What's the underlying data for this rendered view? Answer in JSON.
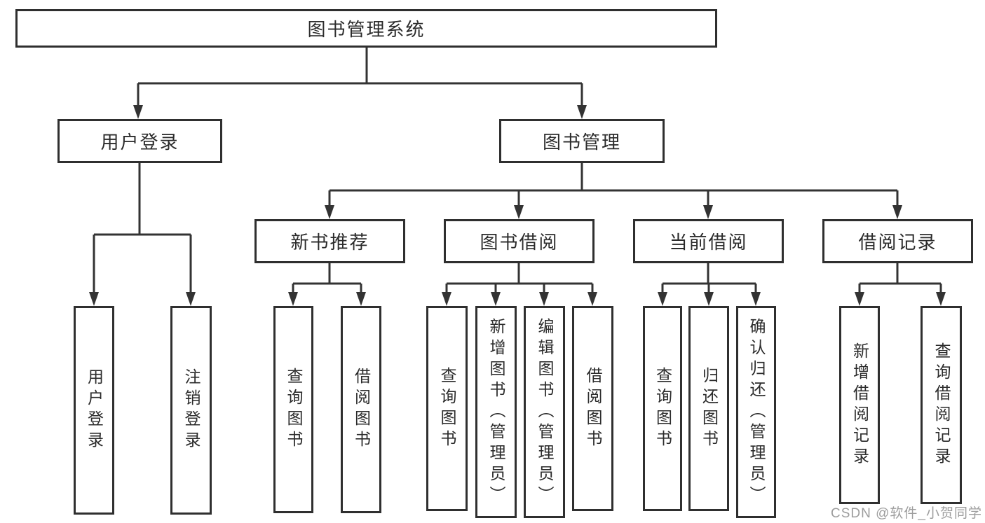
{
  "diagram_title": "图书管理系统",
  "nodes": {
    "root": {
      "label": "图书管理系统"
    },
    "user_login": {
      "label": "用户登录"
    },
    "book_management": {
      "label": "图书管理"
    },
    "new_book_recommend": {
      "label": "新书推荐"
    },
    "book_borrowing": {
      "label": "图书借阅"
    },
    "current_borrowing": {
      "label": "当前借阅"
    },
    "borrowing_records": {
      "label": "借阅记录"
    },
    "user_login_leaf": {
      "label": "用户登录"
    },
    "logout_leaf": {
      "label": "注销登录"
    },
    "recommend_query_books": {
      "label": "查询图书"
    },
    "recommend_borrow_books": {
      "label": "借阅图书"
    },
    "borrowing_query_books": {
      "label": "查询图书"
    },
    "borrowing_add_books_admin": {
      "label": "新增图书（管理员）"
    },
    "borrowing_edit_books_admin": {
      "label": "编辑图书（管理员）"
    },
    "borrowing_borrow_books": {
      "label": "借阅图书"
    },
    "current_query_books": {
      "label": "查询图书"
    },
    "current_return_books": {
      "label": "归还图书"
    },
    "current_confirm_return_admin": {
      "label": "确认归还（管理员）"
    },
    "records_add_record": {
      "label": "新增借阅记录"
    },
    "records_query_record": {
      "label": "查询借阅记录"
    }
  },
  "hierarchy": {
    "图书管理系统": {
      "用户登录": [
        "用户登录",
        "注销登录"
      ],
      "图书管理": {
        "新书推荐": [
          "查询图书",
          "借阅图书"
        ],
        "图书借阅": [
          "查询图书",
          "新增图书（管理员）",
          "编辑图书（管理员）",
          "借阅图书"
        ],
        "当前借阅": [
          "查询图书",
          "归还图书",
          "确认归还（管理员）"
        ],
        "借阅记录": [
          "新增借阅记录",
          "查询借阅记录"
        ]
      }
    }
  },
  "watermark": {
    "text": "CSDN @软件_小贺同学",
    "color": "#9d9d9d"
  },
  "colors": {
    "line": "#333333",
    "box_border": "#2f2f2f",
    "text": "#2b2b2b",
    "background": "#ffffff"
  }
}
